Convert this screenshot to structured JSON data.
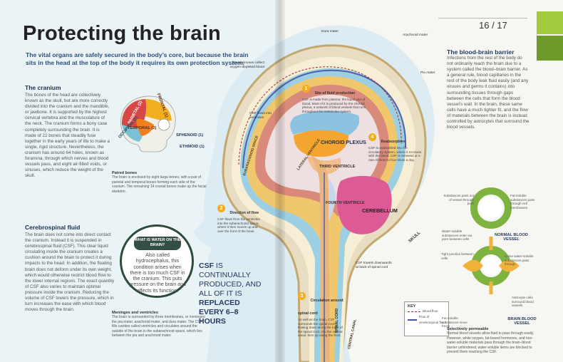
{
  "page": {
    "title": "Protecting the brain",
    "intro": "The vital organs are safely secured in the body’s core, but because the brain sits in the head at the top of the body it requires its own protection system.",
    "page_number": "16 / 17"
  },
  "cranium": {
    "heading": "The cranium",
    "text": "The bones of the head are collectively known as the skull, but are more correctly divided into the cranium and the mandible, or jawbone. It is supported by the highest cervical vertebra and the musculature of the neck. The cranium forms a bony case completely surrounding the brain. It is made of 22 bones that steadily fuse together in the early years of life to make a single, rigid structure. Nevertheless, the cranium has around 64 holes, known as foramina, through which nerves and blood vessels pass, and eight air-filled voids, or sinuses, which reduce the weight of the skull."
  },
  "skull_labels": {
    "parietal": "PARIETAL (2)",
    "frontal": "FRONTAL (1)",
    "temporal": "TEMPORAL (2)",
    "occipital": "OCCIPITAL (1)",
    "sphenoid": "SPHENOID (1)",
    "ethmoid": "ETHMOID (1)"
  },
  "paired_bones": {
    "heading": "Paired bones",
    "text": "The brain is enclosed by eight large bones, with a pair of parietal and temporal bones forming each side of the cranium. The remaining 14 cranial bones make up the facial skeleton."
  },
  "csf_section": {
    "heading": "Cerebrospinal fluid",
    "text": "The brain does not come into direct contact the cranium. Instead it is suspended in cerebrospinal fluid (CSF). This clear liquid circulating inside the cranium creates a cushion around the brain to protect it during impacts to the head. In addition, the floating brain does not deform under its own weight, which would otherwise restrict blood flow to the lower internal regions. The exact quantity of CSF also varies to maintain optimal pressure inside the cranium. Reducing the volume of CSF lowers the pressure, which in turn increases the ease with which blood moves through the brain."
  },
  "callout": {
    "heading": "WHAT IS WATER ON THE BRAIN?",
    "text": "Also called hydrocephalus, this condition arises when there is too much CSF in the cranium. This puts pressure on the brain and affects its function."
  },
  "stat": {
    "line1": "CSF",
    "line2": "IS CONTINUALLY PRODUCED, AND ALL OF IT IS",
    "line3": "REPLACED EVERY 6–8 HOURS"
  },
  "meninges": {
    "heading": "Meninges and ventricles",
    "text": "The brain is surrounded by three membranes, or meninges: the pia mater, arachnoid mater, and dura mater. The CSF fills cavities called ventricles and circulates around the outside of the brain in the subarachnoid space, which lies between the pia and arachnoid mater."
  },
  "diagram": {
    "dura_mater": "Dura mater",
    "arachnoid_mater": "Arachnoid mater",
    "pia_mater": "Pia mater",
    "dural_sinuses": "Dural sinuses collect oxygen-depleted blood",
    "csf_flows_into": "CSF flows into ventricles",
    "subarachnoid": "SUBARACHNOID SPACE",
    "lateral_ventricle": "LATERAL VENTRICLE",
    "choroid_plexus": "CHOROID PLEXUS",
    "third_ventricle": "THIRD VENTRICLE",
    "fourth_ventricle": "FOURTH VENTRICLE",
    "cerebellum": "CEREBELLUM",
    "skull": "SKULL",
    "spinal_cord": "SPINAL CORD",
    "central_canal": "CENTRAL CANAL",
    "csf_travels": "CSF travels downwards at back of spinal cord"
  },
  "steps": [
    {
      "n": "1",
      "head": "Site of fluid production",
      "text": "CSF is made from plasma, the liquid part of blood. Most of it is produced by the choroid plexus, a network of blood vessels that runs throughout the ventricular system."
    },
    {
      "n": "2",
      "head": "Direction of flow",
      "text": "CSF flows from the ventricles into the subarachnoid space, where it then moves up and over the front of the brain."
    },
    {
      "n": "3",
      "head": "Circulation around spinal cord",
      "text": "As well as the brain, CSF surrounds the spinal cord, flowing down along the back of the spinal cord, into the central canal, then up along the front."
    },
    {
      "n": "4",
      "head": "Reabsorption",
      "text": "CSF is reabsorbed into the circulatory system, where it re-mixes with the blood. CSF is renewed at a rate of three to four times a day."
    }
  ],
  "key": {
    "title": "KEY",
    "blood_flow": "Blood flow",
    "csf_flow": "Flow of cerebrospinal fluid"
  },
  "bbb": {
    "heading": "The blood-brain barrier",
    "text": "Infections from the rest of the body do not ordinarily reach the brain due to a system called the blood–brain barrier. As a general rule, blood capillaries in the rest of the body leak fluid easily (and any viruses and germs it contains) into surrounding tissues through gaps between the cells that form the blood vessel’s wall. In the brain, these same cells have a much tighter fit, and the flow of materials between the brain is instead controlled by astrocytes that surround the blood vessels.",
    "normal_label": "NORMAL BLOOD VESSEL",
    "brain_label": "BRAIN BLOOD VESSEL",
    "substances_out": "Substances pass out of vessel through pore",
    "fat_soluble_membranes": "Fat-soluble substances pass through cell membranes",
    "water_soluble_gaps": "Water-soluble substances enter via pore between cells",
    "tight_junction": "Tight junction between cells",
    "some_water_soluble": "Some water-soluble substances pass through",
    "astrocyte": "Astrocyte cells surround blood vessels",
    "fat_soluble_freely": "Fat-soluble substances move freely",
    "selective_heading": "Selectively permeable",
    "selective_text": "Normal blood vessels allow fluid to pass through easily. However, while oxygen, fat-based hormones, and non-water-soluble materials pass through the brain–blood barrier unhindered, water-soluble items are blocked to prevent them reaching the CSF."
  }
}
